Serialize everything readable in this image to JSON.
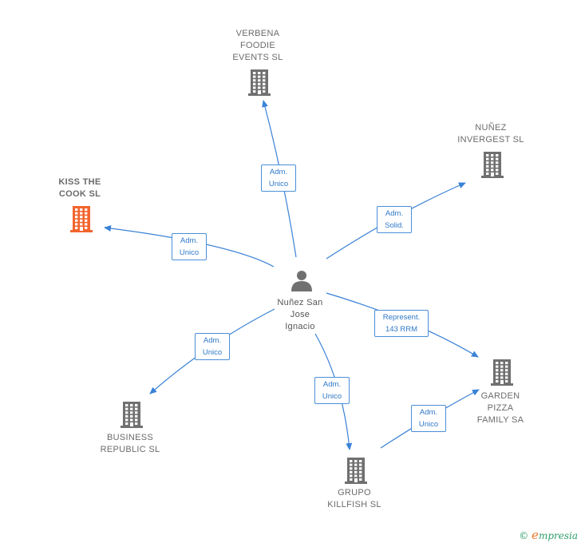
{
  "colors": {
    "edge": "#3a82d6",
    "building": "#707070",
    "building_highlight": "#f2652e",
    "person": "#707070"
  },
  "center": {
    "name": "Nuñez San\nJose\nIgnacio",
    "icon": "person-icon"
  },
  "companies": [
    {
      "id": "verbena",
      "name": "VERBENA\nFOODIE\nEVENTS  SL",
      "highlight": false,
      "icon": "building-icon"
    },
    {
      "id": "invergest",
      "name": "NUÑEZ\nINVERGEST SL",
      "highlight": false,
      "icon": "building-icon"
    },
    {
      "id": "kiss",
      "name": "KISS THE\nCOOK  SL",
      "highlight": true,
      "icon": "building-icon"
    },
    {
      "id": "garden",
      "name": "GARDEN\nPIZZA\nFAMILY SA",
      "highlight": false,
      "icon": "building-icon"
    },
    {
      "id": "business",
      "name": "BUSINESS\nREPUBLIC  SL",
      "highlight": false,
      "icon": "building-icon"
    },
    {
      "id": "killfish",
      "name": "GRUPO\nKILLFISH SL",
      "highlight": false,
      "icon": "building-icon"
    }
  ],
  "relations": [
    {
      "from": "center",
      "to": "verbena",
      "label": "Adm.\nUnico"
    },
    {
      "from": "center",
      "to": "invergest",
      "label": "Adm.\nSolid."
    },
    {
      "from": "center",
      "to": "kiss",
      "label": "Adm.\nUnico"
    },
    {
      "from": "center",
      "to": "garden",
      "label": "Represent.\n143 RRM"
    },
    {
      "from": "center",
      "to": "business",
      "label": "Adm.\nUnico"
    },
    {
      "from": "center",
      "to": "killfish",
      "label": "Adm.\nUnico"
    },
    {
      "from": "killfish",
      "to": "garden",
      "label": "Adm.\nUnico"
    }
  ],
  "brand": {
    "copyright": "©",
    "first_letter": "e",
    "rest": "mpresia"
  }
}
